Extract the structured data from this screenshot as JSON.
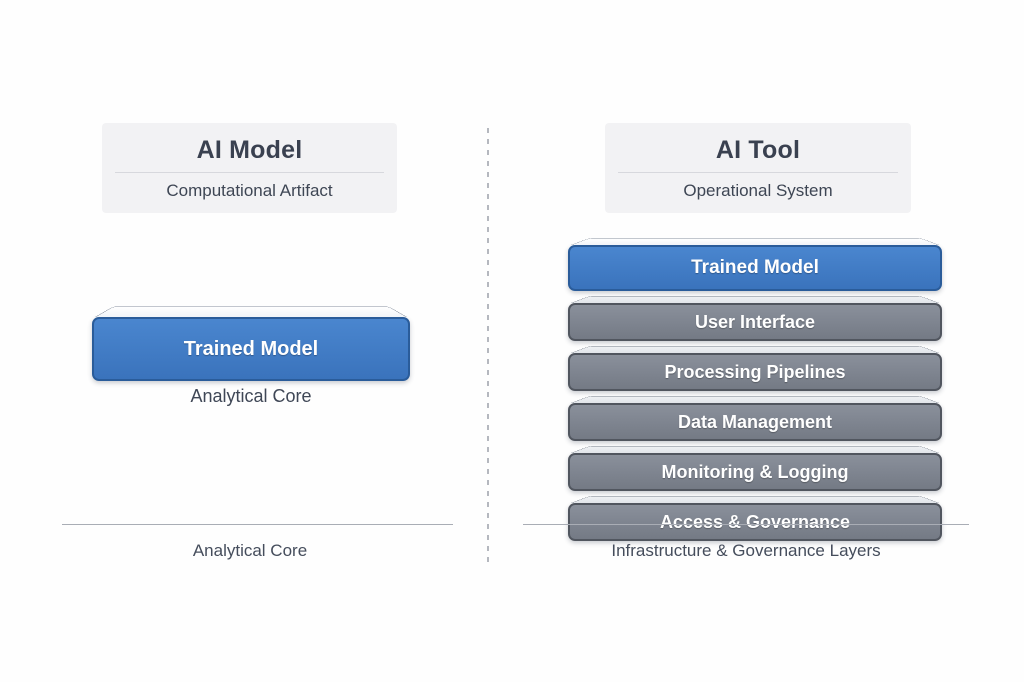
{
  "left_panel": {
    "header": {
      "title": "AI Model",
      "subtitle": "Computational Artifact"
    },
    "slab": {
      "label": "Trained Model",
      "caption": "Analytical Core"
    },
    "footer_label": "Analytical Core"
  },
  "right_panel": {
    "header": {
      "title": "AI Tool",
      "subtitle": "Operational System"
    },
    "layers": [
      {
        "label": "Trained Model",
        "color": "blue"
      },
      {
        "label": "User Interface",
        "color": "gray"
      },
      {
        "label": "Processing Pipelines",
        "color": "gray"
      },
      {
        "label": "Data Management",
        "color": "gray"
      },
      {
        "label": "Monitoring & Logging",
        "color": "gray"
      },
      {
        "label": "Access & Governance",
        "color": "gray"
      }
    ],
    "footer_label": "Infrastructure & Governance Layers"
  },
  "colors": {
    "blue_fill": "#3e7cc6",
    "blue_border": "#2a5c9a",
    "gray_fill": "#7d8490",
    "gray_border": "#51565f",
    "card_background": "#f2f2f4",
    "text_dark": "#3a4150",
    "rule_gray": "#a9adb5"
  }
}
